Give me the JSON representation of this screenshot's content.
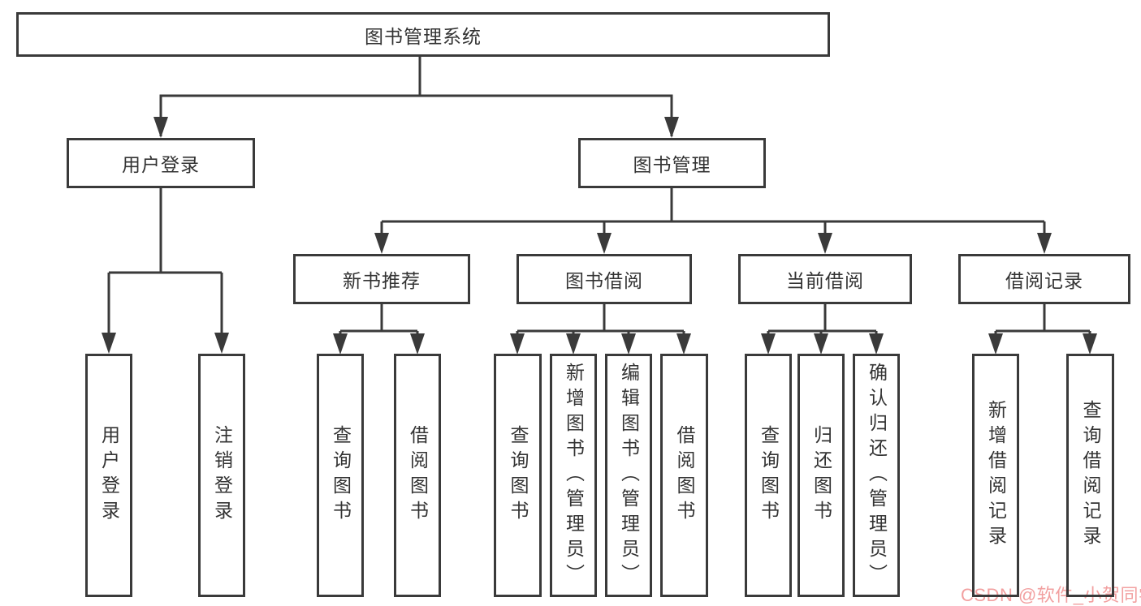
{
  "diagram": {
    "type": "function-structure-tree",
    "tree": {
      "label": "图书管理系统",
      "children": [
        {
          "label": "用户登录",
          "children": [
            {
              "label": "用户登录"
            },
            {
              "label": "注销登录"
            }
          ]
        },
        {
          "label": "图书管理",
          "children": [
            {
              "label": "新书推荐",
              "children": [
                {
                  "label": "查询图书"
                },
                {
                  "label": "借阅图书"
                }
              ]
            },
            {
              "label": "图书借阅",
              "children": [
                {
                  "label": "查询图书"
                },
                {
                  "label": "新增图书（管理员）"
                },
                {
                  "label": "编辑图书（管理员）"
                },
                {
                  "label": "借阅图书"
                }
              ]
            },
            {
              "label": "当前借阅",
              "children": [
                {
                  "label": "查询图书"
                },
                {
                  "label": "归还图书"
                },
                {
                  "label": "确认归还（管理员）"
                }
              ]
            },
            {
              "label": "借阅记录",
              "children": [
                {
                  "label": "新增借阅记录"
                },
                {
                  "label": "查询借阅记录"
                }
              ]
            }
          ]
        }
      ]
    },
    "colors": {
      "line": "#3a3a3a",
      "text": "#333333",
      "watermark": "#f2a0a0",
      "background": "#ffffff"
    }
  },
  "watermark": {
    "text": "CSDN @软件_小贺同学"
  }
}
